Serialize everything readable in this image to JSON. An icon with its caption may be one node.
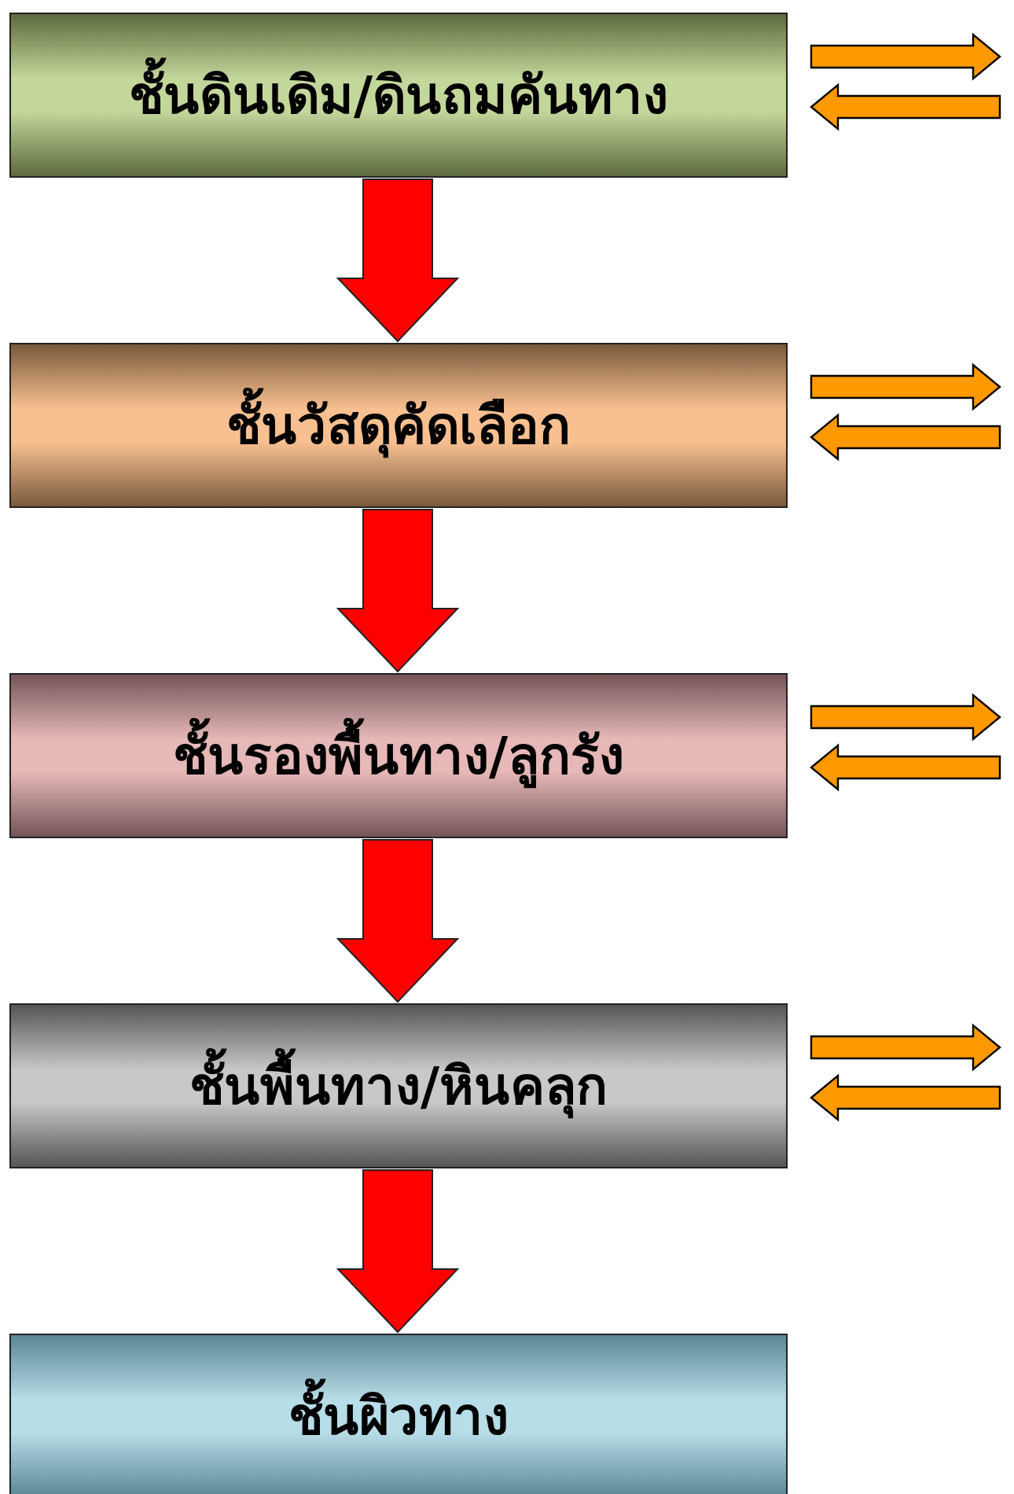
{
  "diagram": {
    "nodes": [
      {
        "text": [
          "ชั้นดินเดิม/ดินถมคันทาง"
        ]
      },
      {
        "text": [
          "ชั้นวัสดุคัดเลือก"
        ]
      },
      {
        "text": [
          "ชั้นรองพื้นทาง/ลูกรัง"
        ]
      },
      {
        "text": [
          "ชั้นพื้นทาง/หินคลุก"
        ]
      },
      {
        "text": [
          "ชั้นผิวทาง"
        ]
      }
    ],
    "edges": [
      {
        "from": 0,
        "to": 1,
        "arrow": "to"
      },
      {
        "from": 1,
        "to": 2,
        "arrow": "to"
      },
      {
        "from": 2,
        "to": 3,
        "arrow": "to"
      },
      {
        "from": 3,
        "to": 4,
        "arrow": "to"
      }
    ]
  }
}
